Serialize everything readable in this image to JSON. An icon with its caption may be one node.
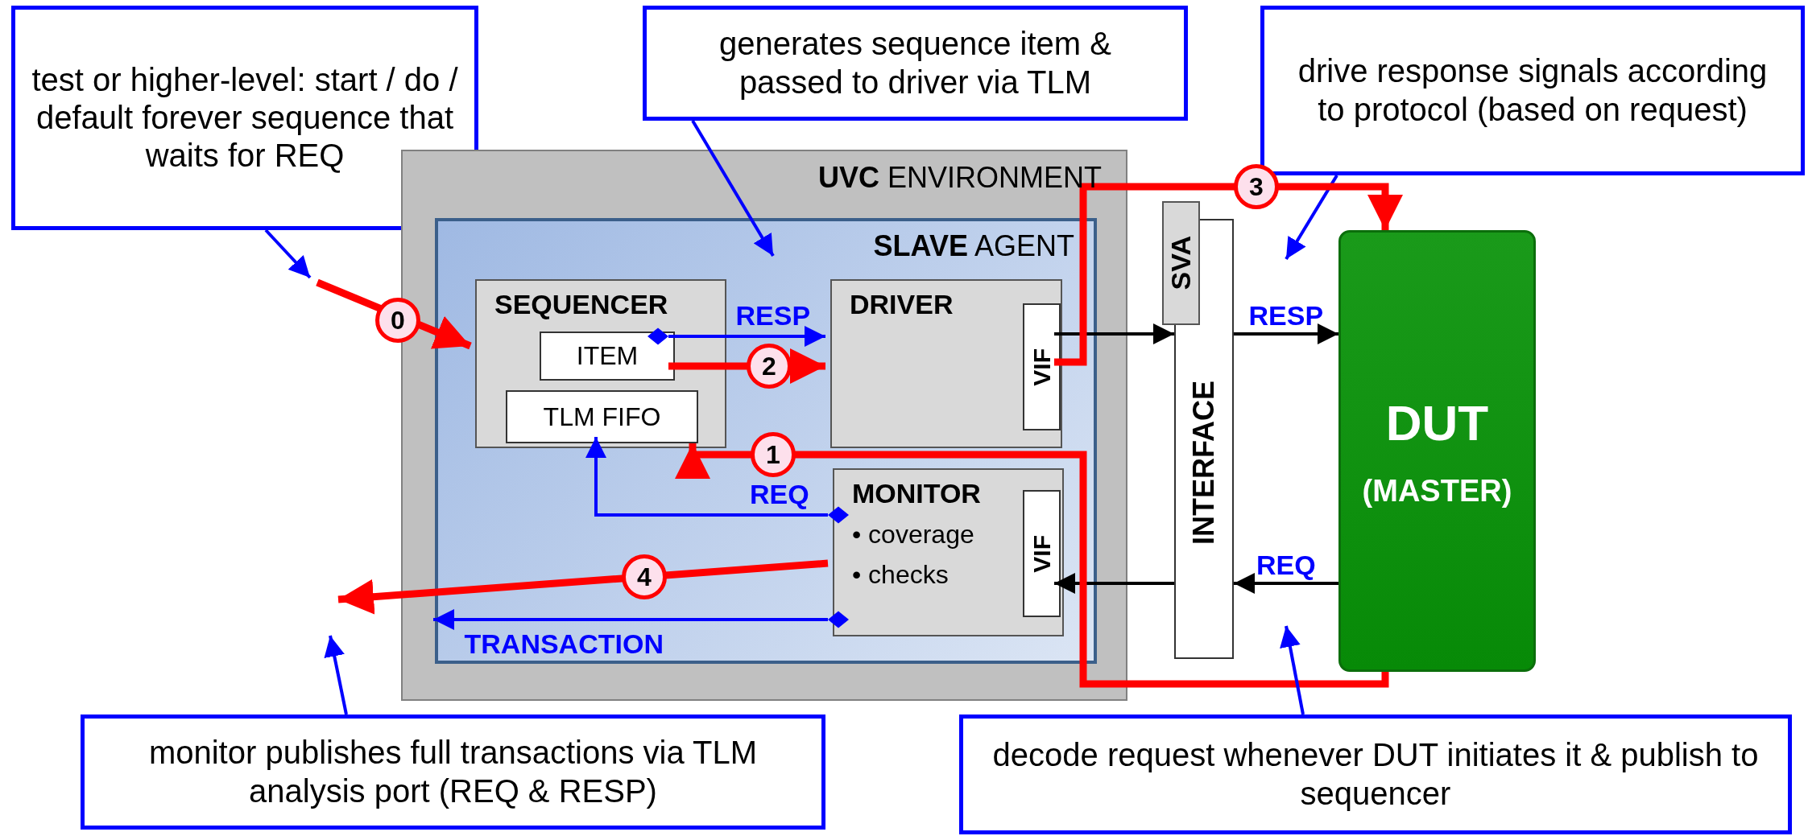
{
  "diagram": {
    "nodes": [
      {
        "text": [
          "test or higher-level: start / do / default forever sequence that waits for REQ"
        ]
      },
      {
        "text": [
          "generates sequence item & passed to driver via TLM"
        ]
      },
      {
        "text": [
          "drive response signals according to protocol (based on request)"
        ]
      },
      {
        "text": [
          "**UVC** ENVIRONMENT"
        ]
      },
      {
        "text": [
          "**SLAVE** AGENT"
        ],
        "in": 3
      },
      {
        "text": [
          "SEQUENCER"
        ],
        "in": 4
      },
      {
        "text": [
          "ITEM"
        ],
        "in": 5
      },
      {
        "text": [
          "TLM FIFO"
        ],
        "in": 5
      },
      {
        "text": [
          "DRIVER"
        ],
        "in": 4
      },
      {
        "text": [
          "VIF"
        ],
        "in": 8
      },
      {
        "text": [
          "MONITOR",
          "• coverage",
          "• checks"
        ],
        "in": 4
      },
      {
        "text": [
          "VIF"
        ],
        "in": 10
      },
      {
        "text": [
          "SVA"
        ]
      },
      {
        "text": [
          "INTERFACE"
        ]
      },
      {
        "text": [
          "DUT",
          "(MASTER)"
        ]
      },
      {
        "text": [
          "monitor publishes full transactions via TLM analysis port (REQ & RESP)"
        ]
      },
      {
        "text": [
          "decode request whenever DUT initiates it & publish to sequencer"
        ]
      }
    ],
    "edges": [
      {
        "from": 0,
        "to": null,
        "arrow": "to"
      },
      {
        "from": null,
        "to": 5,
        "arrow": "to",
        "label": "0",
        "style": "thick",
        "color": "#ff0000"
      },
      {
        "from": 1,
        "to": 4,
        "arrow": "to"
      },
      {
        "from": 6,
        "to": 8,
        "arrow": "to",
        "label": "RESP"
      },
      {
        "from": 6,
        "to": 8,
        "arrow": "to",
        "label": "2",
        "style": "thick",
        "color": "#ff0000"
      },
      {
        "from": 2,
        "to": null,
        "arrow": "to"
      },
      {
        "from": 9,
        "to": 13,
        "arrow": "to",
        "color": "#000000"
      },
      {
        "from": 13,
        "to": 14,
        "arrow": "to",
        "label": "RESP",
        "color": "#000000"
      },
      {
        "from": 9,
        "to": 14,
        "arrow": "to",
        "label": "3",
        "style": "thick",
        "color": "#ff0000"
      },
      {
        "from": 14,
        "to": 13,
        "arrow": "to",
        "label": "REQ",
        "color": "#000000"
      },
      {
        "from": 13,
        "to": 11,
        "arrow": "to",
        "color": "#000000"
      },
      {
        "from": 14,
        "to": 5,
        "arrow": "to",
        "label": "1",
        "style": "thick",
        "color": "#ff0000"
      },
      {
        "from": 10,
        "to": 7,
        "arrow": "to",
        "label": "REQ"
      },
      {
        "from": 10,
        "to": 4,
        "arrow": "to",
        "label": "TRANSACTION"
      },
      {
        "from": 10,
        "to": null,
        "arrow": "to",
        "label": "4",
        "style": "thick",
        "color": "#ff0000"
      },
      {
        "from": 15,
        "to": null,
        "arrow": "to"
      },
      {
        "from": 16,
        "to": null,
        "arrow": "to"
      }
    ]
  }
}
